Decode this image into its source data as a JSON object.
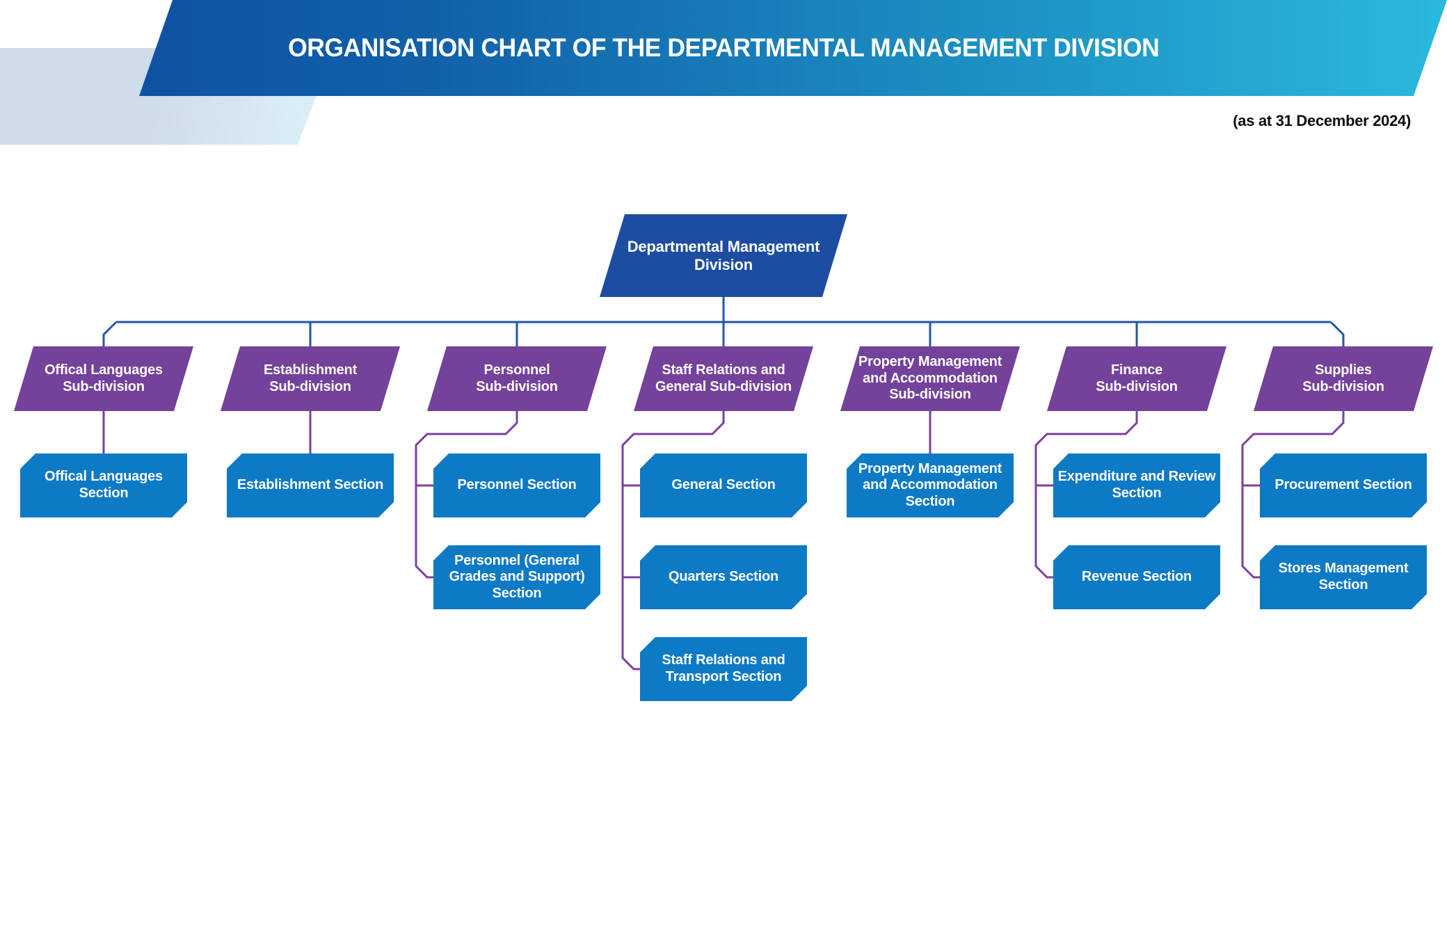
{
  "header": {
    "title": "ORGANISATION CHART OF THE DEPARTMENTAL MANAGEMENT DIVISION",
    "date_note": "(as at 31 December 2024)"
  },
  "chart": {
    "root": {
      "label": "Departmental Management\nDivision"
    },
    "columns": [
      {
        "label": "Offical Languages\nSub-division",
        "sections": [
          {
            "label": "Offical Languages\nSection"
          }
        ]
      },
      {
        "label": "Establishment\nSub-division",
        "sections": [
          {
            "label": "Establishment Section"
          }
        ]
      },
      {
        "label": "Personnel\nSub-division",
        "sections": [
          {
            "label": "Personnel Section"
          },
          {
            "label": "Personnel (General\nGrades and Support)\nSection"
          }
        ]
      },
      {
        "label": "Staff Relations and\nGeneral Sub-division",
        "sections": [
          {
            "label": "General Section"
          },
          {
            "label": "Quarters Section"
          },
          {
            "label": "Staff Relations and\nTransport Section"
          }
        ]
      },
      {
        "label": "Property Management\nand Accommodation\nSub-division",
        "sections": [
          {
            "label": "Property Management\nand Accommodation\nSection"
          }
        ]
      },
      {
        "label": "Finance\nSub-division",
        "sections": [
          {
            "label": "Expenditure and Review\nSection"
          },
          {
            "label": "Revenue Section"
          }
        ]
      },
      {
        "label": "Supplies\nSub-division",
        "sections": [
          {
            "label": "Procurement Section"
          },
          {
            "label": "Stores Management\nSection"
          }
        ]
      }
    ]
  },
  "colors": {
    "banner_gradient_start": "#0d4c9e",
    "banner_gradient_end": "#2bb9dd",
    "root_box": "#1d4da1",
    "subdivision_box": "#74419b",
    "section_box": "#0d7ac5",
    "connector_blue": "#2156a8",
    "connector_purple": "#7b3fa0",
    "accent_shape": "#cfdcea"
  }
}
